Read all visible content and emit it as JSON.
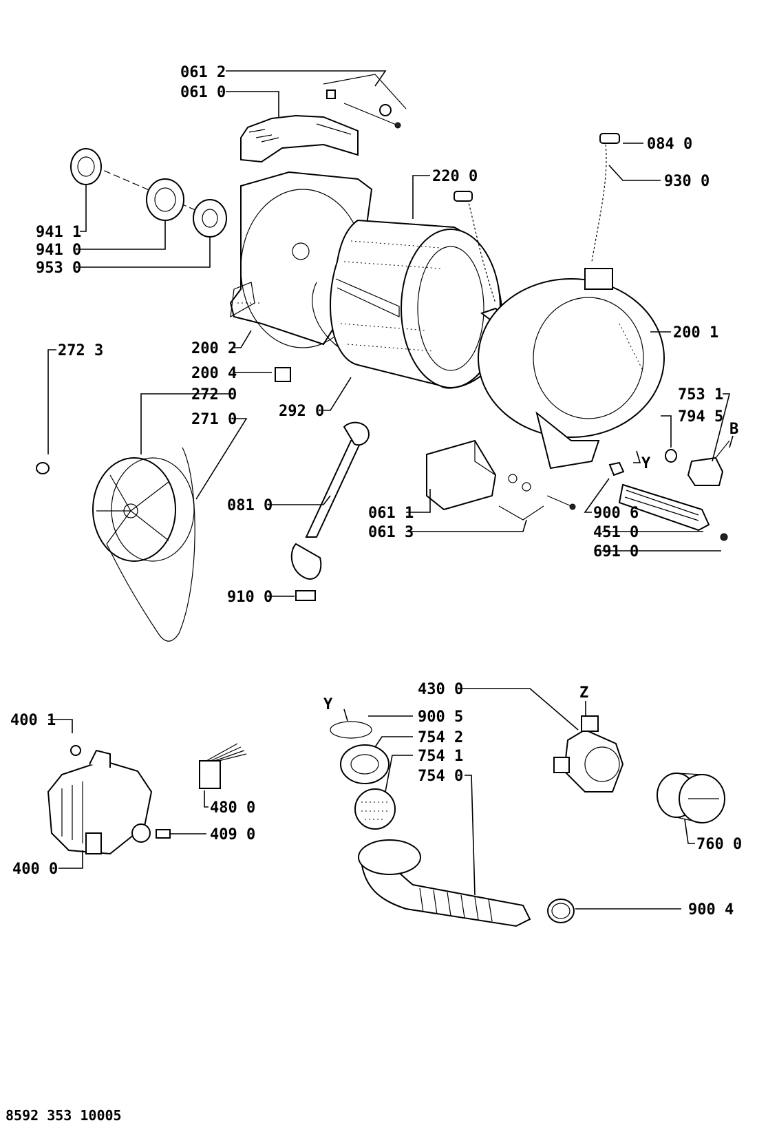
{
  "labels": {
    "l0612": "061 2",
    "l0610": "061 0",
    "l9411": "941 1",
    "l9410": "941 0",
    "l9530": "953 0",
    "l2200": "220 0",
    "l0840": "084 0",
    "l9300": "930 0",
    "l2002": "200 2",
    "l2001": "200 1",
    "l2723": "272 3",
    "l2004": "200 4",
    "l2720": "272 0",
    "l2920": "292 0",
    "l2710": "271 0",
    "l7531": "753 1",
    "l7945": "794 5",
    "lB": "B",
    "lY1": "Y",
    "l0810": "081 0",
    "l0611": "061 1",
    "l0613": "061 3",
    "l9006": "900 6",
    "l4510": "451 0",
    "l6910": "691 0",
    "l9100": "910 0",
    "l4300": "430 0",
    "lZ": "Z",
    "lY2": "Y",
    "l9005": "900 5",
    "l4001": "400 1",
    "l7542": "754 2",
    "l7541": "754 1",
    "l7540": "754 0",
    "l4800": "480 0",
    "l4090": "409 0",
    "l4000": "400 0",
    "l7600": "760 0",
    "l9004": "900 4"
  },
  "footer": {
    "document_code": "8592 353 10005"
  },
  "icons": [
    "bearing-icon",
    "drum-icon",
    "tub-icon",
    "pulley-icon",
    "belt-icon",
    "shock-absorber-icon",
    "motor-icon",
    "pump-icon",
    "filter-icon",
    "hose-icon",
    "heater-icon",
    "counterweight-icon",
    "clamp-icon"
  ]
}
